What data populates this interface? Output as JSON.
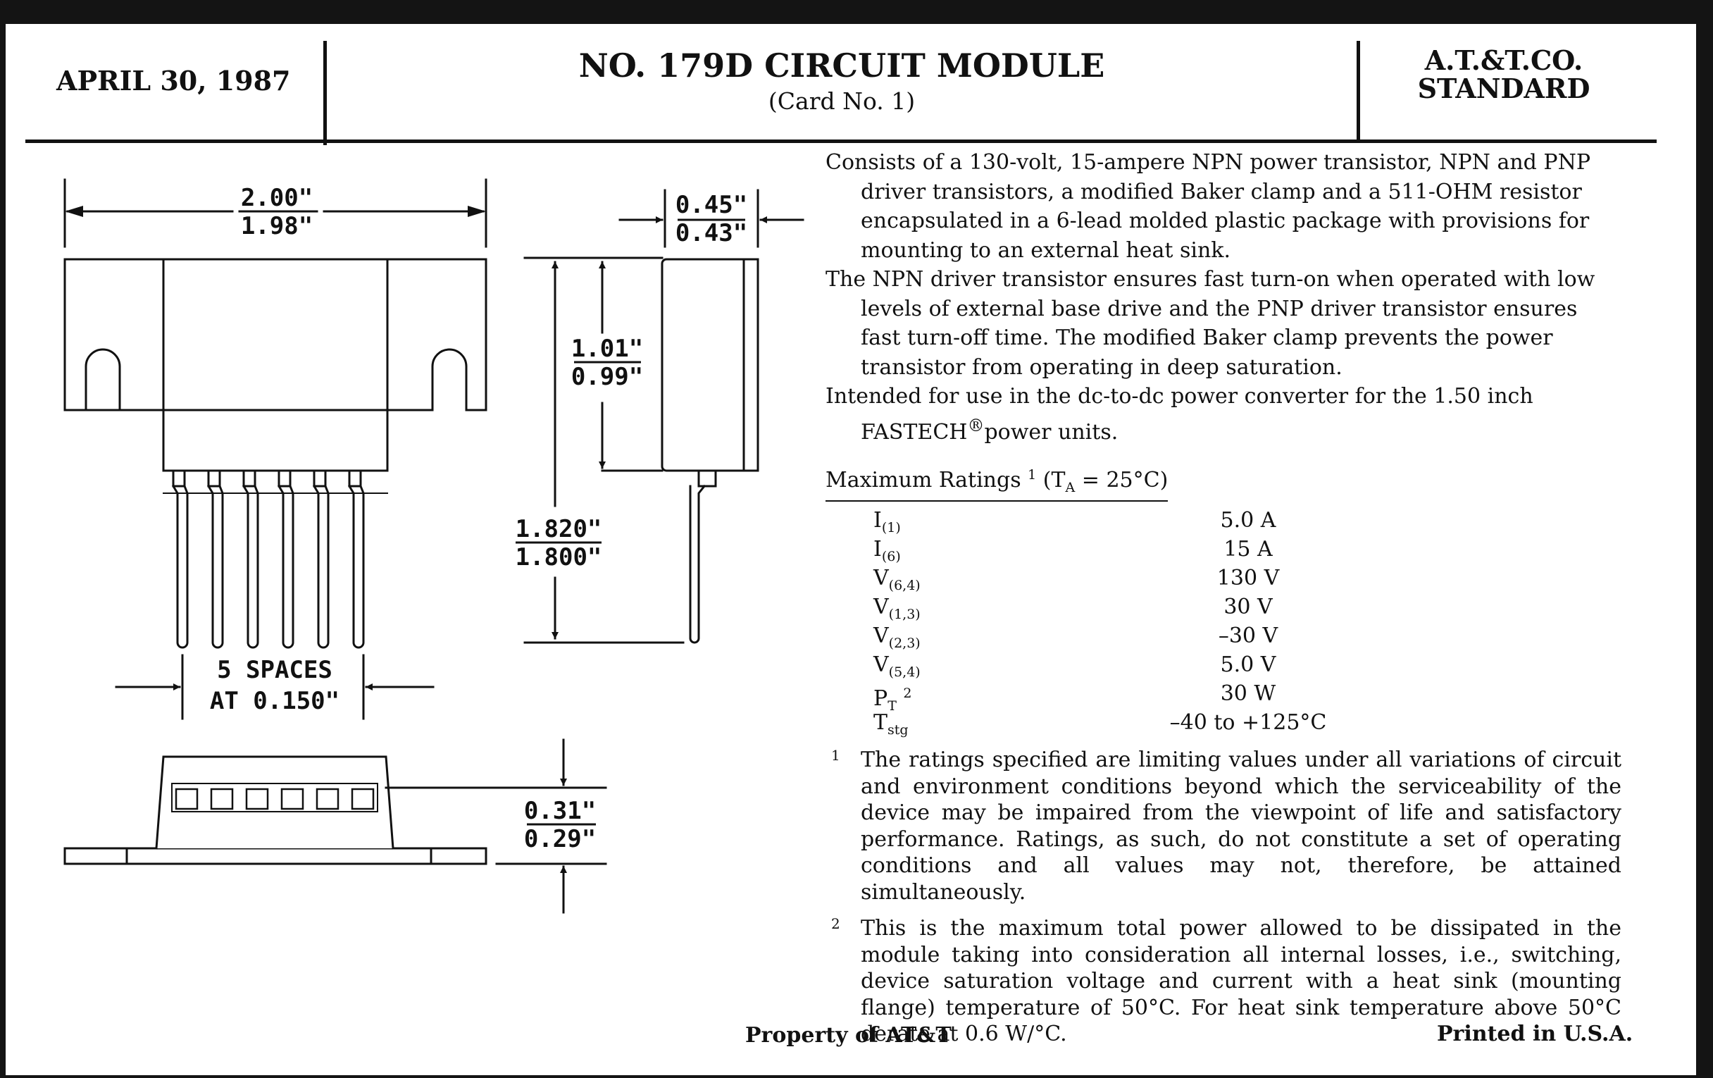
{
  "header": {
    "date": "APRIL 30, 1987",
    "title": "NO. 179D CIRCUIT MODULE",
    "subtitle": "(Card No. 1)",
    "std_line1": "A.T.&T.CO.",
    "std_line2": "STANDARD"
  },
  "dimensions": {
    "width_max": "2.00\"",
    "width_min": "1.98\"",
    "depth_max": "0.45\"",
    "depth_min": "0.43\"",
    "body_max": "1.01\"",
    "body_min": "0.99\"",
    "overall_max": "1.820\"",
    "overall_min": "1.800\"",
    "spacing_line1": "5 SPACES",
    "spacing_line2": "AT 0.150\"",
    "height_max": "0.31\"",
    "height_min": "0.29\""
  },
  "description": {
    "p1": "Consists of a 130-volt, 15-ampere NPN power transistor, NPN and PNP driver transistors, a modified Baker clamp and a 511-OHM resistor encapsulated in a 6-lead molded plastic package with provisions for mounting to an external heat sink.",
    "p2": "The NPN driver transistor ensures fast turn-on when operated with low levels of external base drive and the PNP driver transistor ensures fast turn-off time. The modified Baker clamp prevents the power transistor from operating in deep saturation.",
    "p3_a": "Intended for use in the dc-to-dc power converter for the 1.50 inch FASTECH",
    "p3_reg": "®",
    "p3_b": "power units."
  },
  "ratings_header": {
    "label": "Maximum Ratings",
    "mark": "1",
    "cond_open": "(T",
    "cond_sub": "A",
    "cond_close": "= 25°C)"
  },
  "ratings": [
    {
      "sym": "I",
      "sub": "(1)",
      "sup": "",
      "value": "5.0 A"
    },
    {
      "sym": "I",
      "sub": "(6)",
      "sup": "",
      "value": "15 A"
    },
    {
      "sym": "V",
      "sub": "(6,4)",
      "sup": "",
      "value": "130 V"
    },
    {
      "sym": "V",
      "sub": "(1,3)",
      "sup": "",
      "value": "30 V"
    },
    {
      "sym": "V",
      "sub": "(2,3)",
      "sup": "",
      "value": "–30 V"
    },
    {
      "sym": "V",
      "sub": "(5,4)",
      "sup": "",
      "value": "5.0 V"
    },
    {
      "sym": "P",
      "sub": "T",
      "sup": "2",
      "value": "30 W"
    },
    {
      "sym": "T",
      "sub": "stg",
      "sup": "",
      "value": "–40 to +125°C"
    }
  ],
  "footnotes": [
    {
      "mark": "1",
      "text": "The ratings specified are limiting values under all variations of circuit and environment conditions beyond which the serviceability of the device may be impaired from the viewpoint of life and satisfactory performance. Ratings, as such, do not constitute a set of operating conditions and all values may not, therefore, be attained simultaneously."
    },
    {
      "mark": "2",
      "text": "This is the maximum total power allowed to be dissipated in the module taking into consideration all internal losses, i.e., switching, device saturation voltage and current with a heat sink (mounting flange) temperature of 50°C. For heat sink temperature above 50°C derate at 0.6 W/°C."
    }
  ],
  "footer": {
    "property": "Property of AT&T",
    "printed": "Printed in U.S.A."
  }
}
